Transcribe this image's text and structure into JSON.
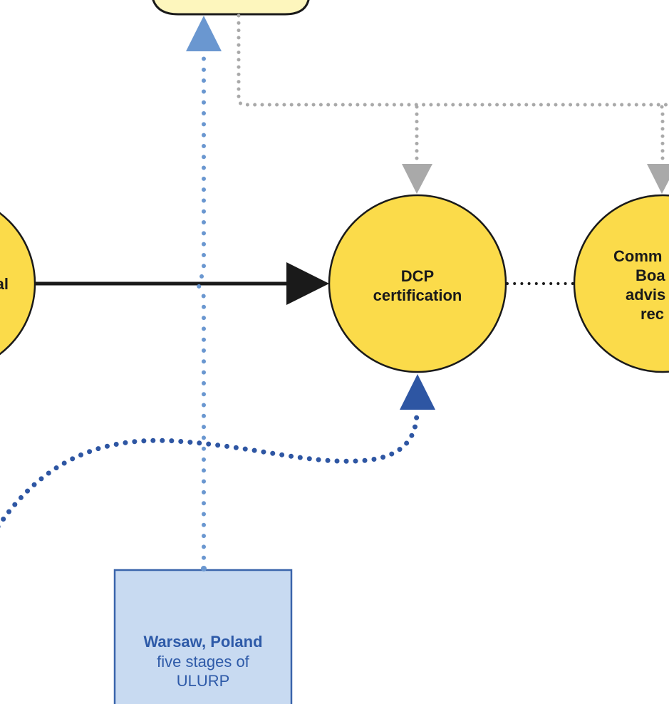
{
  "diagram": {
    "colors": {
      "circle_fill": "#fbdb4a",
      "circle_stroke": "#1a1a1a",
      "top_box_fill": "#fdf6bd",
      "blue_box_fill": "#c8daf1",
      "blue_box_stroke": "#3a64ab",
      "light_blue_connector": "#6a97d0",
      "dark_blue_connector": "#2e56a3",
      "gray_connector": "#a9a9a9",
      "black_connector": "#1a1a1a"
    },
    "nodes": {
      "left_circle": {
        "visible_text": "al"
      },
      "dcp_circle": {
        "lines": [
          "DCP",
          "certification"
        ]
      },
      "right_circle": {
        "lines": [
          "Comm",
          "Boa",
          "advis",
          "rec"
        ]
      },
      "top_box": {
        "text": ""
      },
      "bottom_box": {
        "title": "Warsaw, Poland",
        "lines": [
          "five stages of",
          "ULURP"
        ]
      }
    },
    "edges": [
      {
        "from": "left_circle",
        "to": "dcp_circle",
        "style": "solid-black-arrow"
      },
      {
        "from": "dcp_circle",
        "to": "right_circle",
        "style": "dotted-black"
      },
      {
        "from": "top_box",
        "to": "dcp_circle",
        "style": "dotted-gray-arrow"
      },
      {
        "from": "top_box",
        "to": "right_circle",
        "style": "dotted-gray-arrow"
      },
      {
        "from": "bottom_box",
        "to": "top_box",
        "style": "dotted-lightblue-arrow"
      },
      {
        "from": "offscreen-left",
        "to": "dcp_circle",
        "style": "dotted-darkblue-curve-arrow"
      }
    ]
  }
}
